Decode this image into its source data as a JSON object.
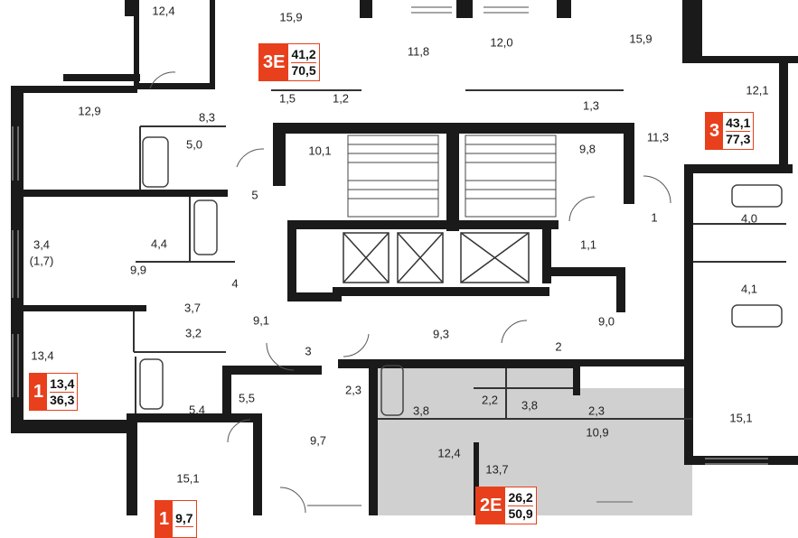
{
  "tags": [
    {
      "id": "3E",
      "type": "3E",
      "area_living": "41,2",
      "area_total": "70,5"
    },
    {
      "id": "3",
      "type": "3",
      "area_living": "43,1",
      "area_total": "77,3"
    },
    {
      "id": "1",
      "type": "1",
      "area_living": "13,4",
      "area_total": "36,3"
    },
    {
      "id": "2E",
      "type": "2E",
      "area_living": "26,2",
      "area_total": "50,9"
    },
    {
      "id": "1b",
      "type": "1",
      "area_living": "9,7",
      "area_total": ""
    }
  ],
  "room_labels": [
    {
      "id": "r1",
      "text": "12,4"
    },
    {
      "id": "r2",
      "text": "15,9"
    },
    {
      "id": "r3",
      "text": "11,8"
    },
    {
      "id": "r4",
      "text": "12,0"
    },
    {
      "id": "r5",
      "text": "15,9"
    },
    {
      "id": "r6",
      "text": "12,9"
    },
    {
      "id": "r7",
      "text": "8,3"
    },
    {
      "id": "r8",
      "text": "1,5"
    },
    {
      "id": "r9",
      "text": "1,2"
    },
    {
      "id": "r10",
      "text": "1,3"
    },
    {
      "id": "r11",
      "text": "12,1"
    },
    {
      "id": "r12",
      "text": "5,0"
    },
    {
      "id": "r13",
      "text": "10,1"
    },
    {
      "id": "r14",
      "text": "9,8"
    },
    {
      "id": "r15",
      "text": "11,3"
    },
    {
      "id": "r16",
      "text": "5"
    },
    {
      "id": "r17",
      "text": "1"
    },
    {
      "id": "r18",
      "text": "3,4"
    },
    {
      "id": "r19",
      "text": "(1,7)"
    },
    {
      "id": "r20",
      "text": "4,4"
    },
    {
      "id": "r21",
      "text": "4,0"
    },
    {
      "id": "r22",
      "text": "1,1"
    },
    {
      "id": "r23",
      "text": "9,9"
    },
    {
      "id": "r24",
      "text": "4"
    },
    {
      "id": "r25",
      "text": "4,1"
    },
    {
      "id": "r26",
      "text": "3,7"
    },
    {
      "id": "r27",
      "text": "9,1"
    },
    {
      "id": "r28",
      "text": "9,0"
    },
    {
      "id": "r29",
      "text": "3,2"
    },
    {
      "id": "r30",
      "text": "9,3"
    },
    {
      "id": "r31",
      "text": "13,4"
    },
    {
      "id": "r32",
      "text": "3"
    },
    {
      "id": "r33",
      "text": "2"
    },
    {
      "id": "r34",
      "text": "2,3"
    },
    {
      "id": "r35",
      "text": "5,4"
    },
    {
      "id": "r36",
      "text": "5,5"
    },
    {
      "id": "r37",
      "text": "3,8"
    },
    {
      "id": "r38",
      "text": "2,2"
    },
    {
      "id": "r39",
      "text": "3,8"
    },
    {
      "id": "r40",
      "text": "2,3"
    },
    {
      "id": "r41",
      "text": "15,1"
    },
    {
      "id": "r42",
      "text": "9,7"
    },
    {
      "id": "r43",
      "text": "10,9"
    },
    {
      "id": "r44",
      "text": "12,4"
    },
    {
      "id": "r45",
      "text": "13,7"
    },
    {
      "id": "r46",
      "text": "15,1"
    }
  ],
  "colors": {
    "wall": "#1a1a1a",
    "accent": "#e8401c",
    "highlight": "#cfcfcf",
    "line": "#444444"
  }
}
